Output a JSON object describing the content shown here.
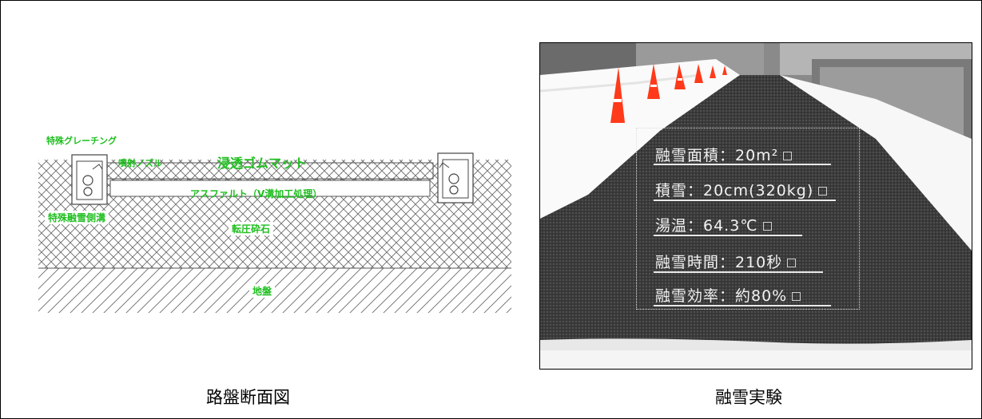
{
  "captions": {
    "left": "路盤断面図",
    "right": "融雪実験"
  },
  "diagram": {
    "labels": {
      "grating": "特殊グレーチング",
      "nozzle": "噴射ノズル",
      "mat": "浸透ゴムマット",
      "asphalt": "アスファルト（V溝加工処理）",
      "groove": "特殊融雪側溝",
      "gravel": "転圧砕石",
      "ground": "地盤"
    },
    "colors": {
      "label": "#1fbf1f",
      "hatch": "#6a6a6a"
    }
  },
  "experiment": {
    "stats": [
      "融雪面積：20m²",
      "積雪：20cm(320kg)",
      "湯温：64.3℃",
      "融雪時間：210秒",
      "融雪効率：約80%"
    ],
    "colors": {
      "cone": "#ff3a1a",
      "asphalt": "#3a3a3a",
      "snow": "#ffffff",
      "text": "#f2f2f2"
    }
  }
}
